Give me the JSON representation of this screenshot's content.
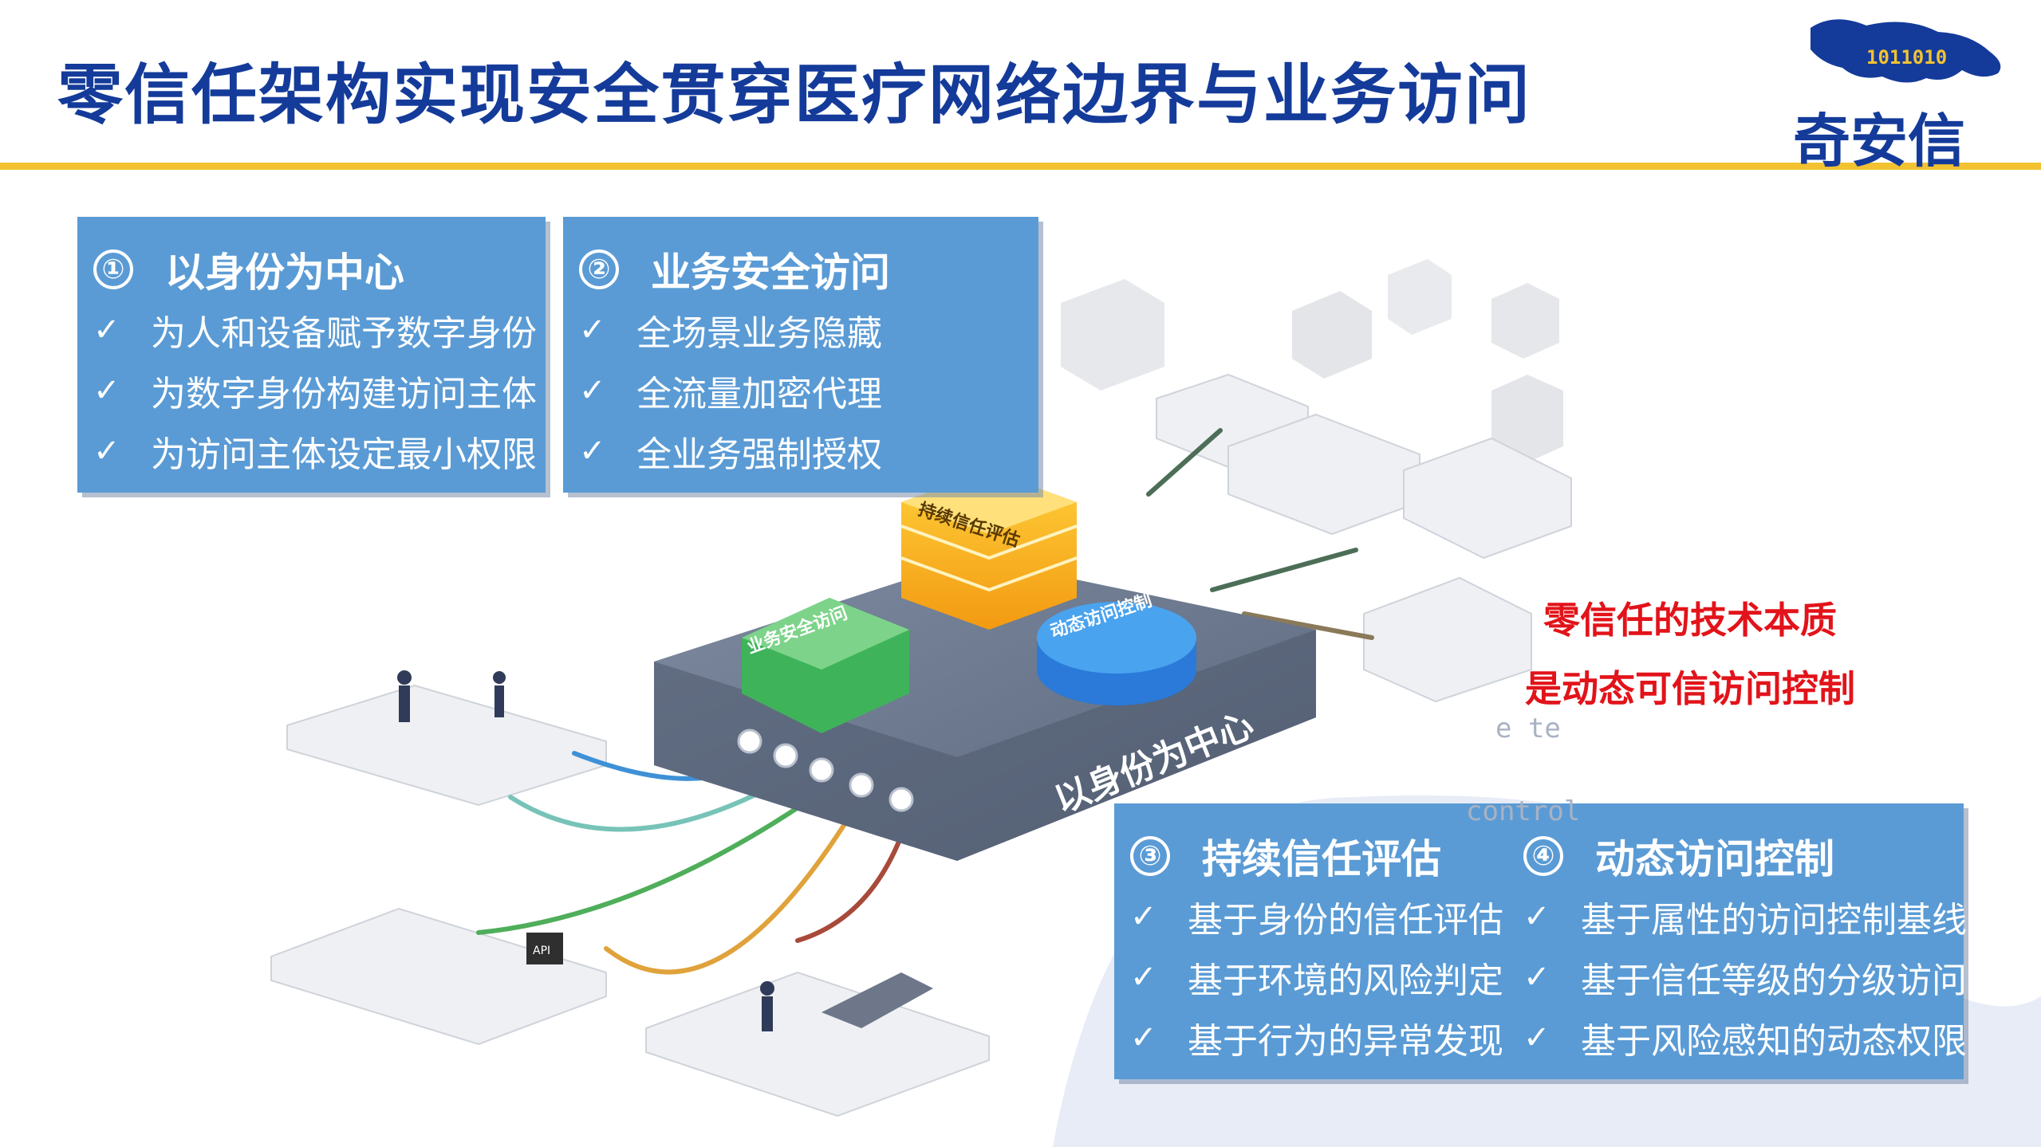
{
  "header": {
    "title": "零信任架构实现安全贯穿医疗网络边界与业务访问",
    "logo_text": "奇安信",
    "logo_digits": "1011010"
  },
  "panels": [
    {
      "number": "①",
      "title": "以身份为中心",
      "items": [
        "为人和设备赋予数字身份",
        "为数字身份构建访问主体",
        "为访问主体设定最小权限"
      ]
    },
    {
      "number": "②",
      "title": "业务安全访问",
      "items": [
        "全场景业务隐藏",
        "全流量加密代理",
        "全业务强制授权"
      ]
    },
    {
      "number": "③",
      "title": "持续信任评估",
      "items": [
        "基于身份的信任评估",
        "基于环境的风险判定",
        "基于行为的异常发现"
      ]
    },
    {
      "number": "④",
      "title": "动态访问控制",
      "items": [
        "基于属性的访问控制基线",
        "基于信任等级的分级访问",
        "基于风险感知的动态权限"
      ]
    }
  ],
  "essence": {
    "line1": "零信任的技术本质",
    "line2": "是动态可信访问控制"
  },
  "ghost_text": {
    "line1": "e te",
    "line2": "control"
  },
  "diagram": {
    "platform_label": "以身份为中心",
    "tower_label": "持续信任评估",
    "green_block_label": "业务安全访问",
    "blue_block_label": "动态访问控制",
    "api_tag": "API"
  },
  "colors": {
    "title": "#143b9a",
    "rule": "#f2c230",
    "panel": "#5a9bd5",
    "essence": "#e2131a"
  }
}
